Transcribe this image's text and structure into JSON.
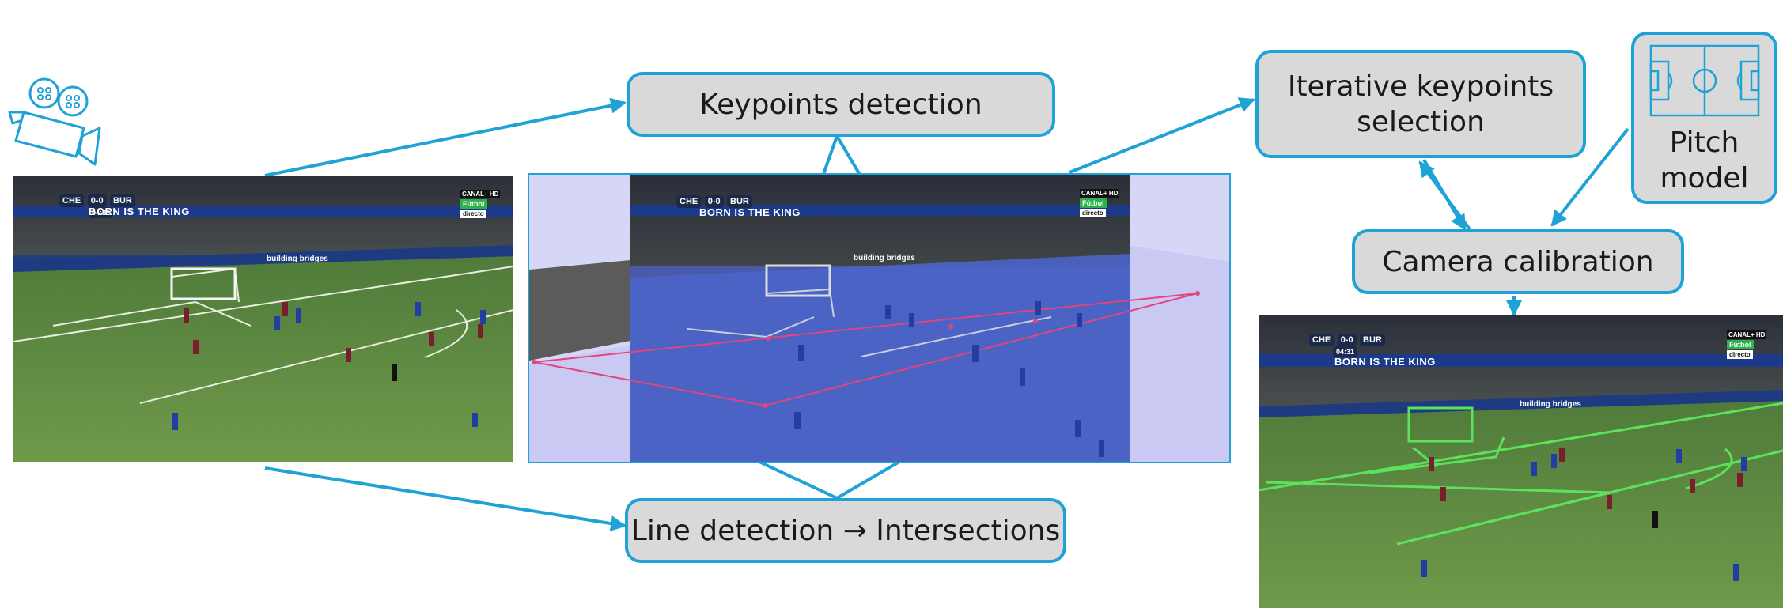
{
  "boxes": {
    "keypoints": "Keypoints detection",
    "lines": "Line detection → Intersections",
    "iterative": "Iterative keypoints selection",
    "calibration": "Camera calibration",
    "pitch": "Pitch model"
  },
  "hud": {
    "home": "CHE",
    "score": "0-0",
    "away": "BUR",
    "clock": "04:31",
    "banner": "BORN IS THE KING",
    "channel": "CANAL+ HD",
    "genre": "Fútbol",
    "live": "directo",
    "ad": "building bridges"
  },
  "colors": {
    "accent": "#1fa2d6",
    "box_fill": "#d9d9d9",
    "keypoint_overlay": "#e2457c",
    "calibration_overlay": "#5ce35c"
  },
  "icons": [
    "video-camera-icon",
    "pitch-model-icon"
  ]
}
